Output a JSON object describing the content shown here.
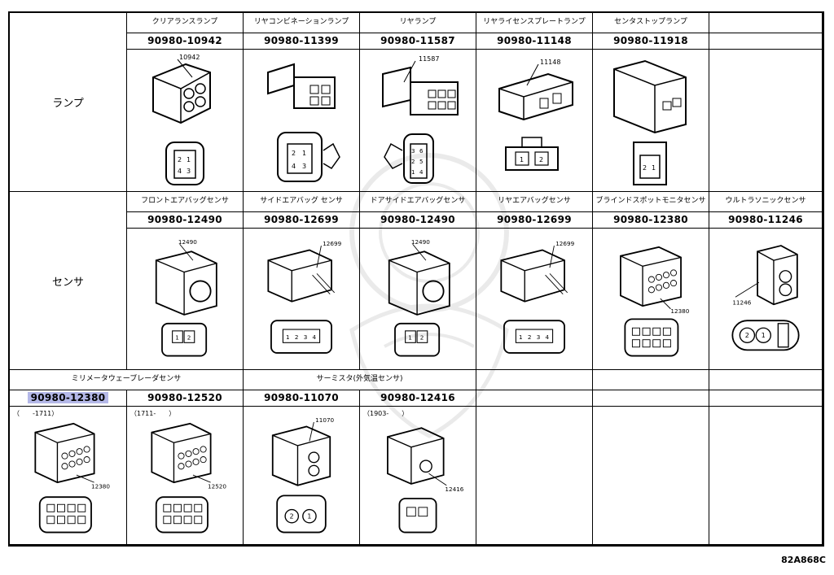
{
  "categories": {
    "lamp": "ランプ",
    "sensor": "センサ"
  },
  "lamp_row": [
    {
      "name": "クリアランスランプ",
      "part": "90980-10942",
      "callout": "10942",
      "pins": [
        "2",
        "1",
        "4",
        "3"
      ]
    },
    {
      "name": "リヤコンビネーションランプ",
      "part": "90980-11399",
      "callout": "",
      "pins": [
        "2",
        "1",
        "4",
        "3"
      ]
    },
    {
      "name": "リヤランプ",
      "part": "90980-11587",
      "callout": "11587",
      "pins": [
        "3",
        "6",
        "2",
        "5",
        "1",
        "4"
      ]
    },
    {
      "name": "リヤライセンスプレートランプ",
      "part": "90980-11148",
      "callout": "11148",
      "pins": [
        "1",
        "2"
      ]
    },
    {
      "name": "センタストップランプ",
      "part": "90980-11918",
      "callout": "",
      "pins": [
        "2",
        "1"
      ]
    },
    {
      "name": "",
      "part": "",
      "callout": "",
      "pins": []
    }
  ],
  "sensor_row": [
    {
      "name": "フロントエアバッグセンサ",
      "part": "90980-12490",
      "callout": "12490",
      "pins": [
        "1",
        "2"
      ]
    },
    {
      "name": "サイドエアバッグ センサ",
      "part": "90980-12699",
      "callout": "12699",
      "pins": [
        "1",
        "2",
        "3",
        "4"
      ]
    },
    {
      "name": "ドアサイドエアバッグセンサ",
      "part": "90980-12490",
      "callout": "12490",
      "pins": [
        "1",
        "2"
      ]
    },
    {
      "name": "リヤエアバッグセンサ",
      "part": "90980-12699",
      "callout": "12699",
      "pins": [
        "1",
        "2",
        "3",
        "4"
      ]
    },
    {
      "name": "ブラインドスポットモニタセンサ",
      "part": "90980-12380",
      "callout": "12380",
      "pins": []
    },
    {
      "name": "ウルトラソニックセンサ",
      "part": "90980-11246",
      "callout": "11246",
      "pins": [
        "2",
        "1"
      ]
    }
  ],
  "bottom_headers": {
    "mmwave": "ミリメータウェーブレーダセンサ",
    "thermistor": "サーミスタ(外気温センサ)"
  },
  "bottom_row": [
    {
      "part": "90980-12380",
      "date": "（　　-1711）",
      "callout": "12380",
      "pins": []
    },
    {
      "part": "90980-12520",
      "date": "（1711-　　）",
      "callout": "12520",
      "pins": []
    },
    {
      "part": "90980-11070",
      "date": "",
      "callout": "11070",
      "pins": [
        "2",
        "1"
      ]
    },
    {
      "part": "90980-12416",
      "date": "（1903-　　）",
      "callout": "12416",
      "pins": []
    },
    {
      "part": "",
      "date": "",
      "callout": "",
      "pins": []
    },
    {
      "part": "",
      "date": "",
      "callout": "",
      "pins": []
    }
  ],
  "reference_code": "82A868C",
  "highlight_color": "#b4b8e8"
}
